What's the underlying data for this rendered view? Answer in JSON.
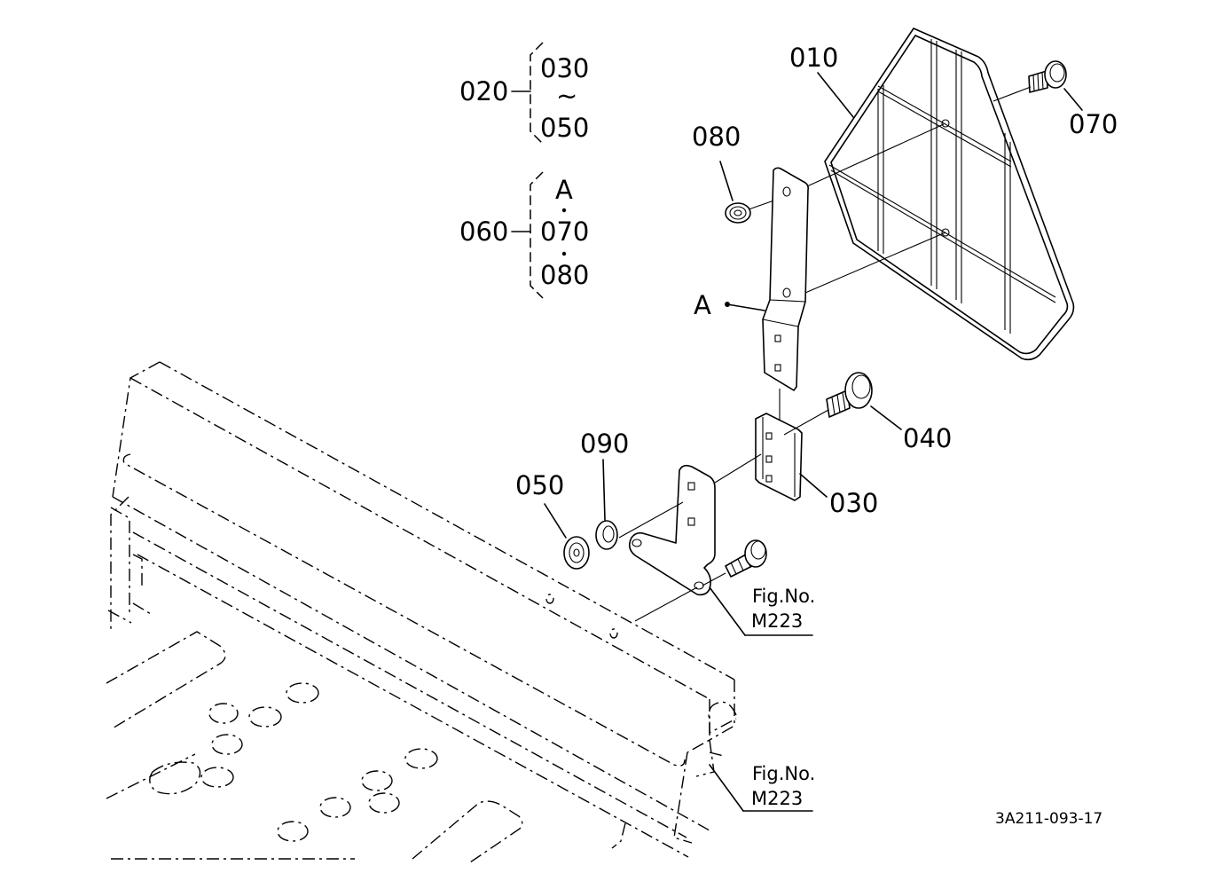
{
  "callouts": {
    "c010": "010",
    "c020": "020",
    "c030_range": "030",
    "range_mark": "~",
    "c050_range": "050",
    "c060": "060",
    "setA": "A",
    "set070": "070",
    "set080": "080",
    "c080": "080",
    "c070": "070",
    "partA": "A",
    "c040": "040",
    "c090": "090",
    "c050": "050",
    "c030": "030"
  },
  "figure_refs": [
    {
      "label": "Fig.No.",
      "number": "M223"
    },
    {
      "label": "Fig.No.",
      "number": "M223"
    }
  ],
  "drawing_code": "3A211-093-17"
}
